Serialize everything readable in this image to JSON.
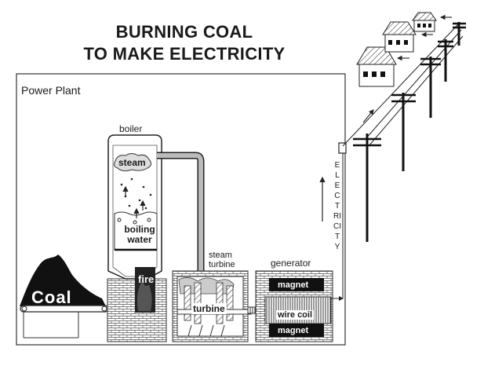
{
  "title": {
    "line1": "BURNING COAL",
    "line2": "TO MAKE ELECTRICITY"
  },
  "labels": {
    "power_plant": "Power Plant",
    "boiler": "boiler",
    "steam": "steam",
    "boiling_water": "boiling water",
    "fire": "fire",
    "steam_turbine": "steam turbine",
    "turbine": "turbine",
    "generator": "generator",
    "magnet_top": "magnet",
    "wire_coil": "wire coil",
    "magnet_bottom": "magnet",
    "coal": "Coal",
    "electricity": "ELECTRICITY"
  }
}
